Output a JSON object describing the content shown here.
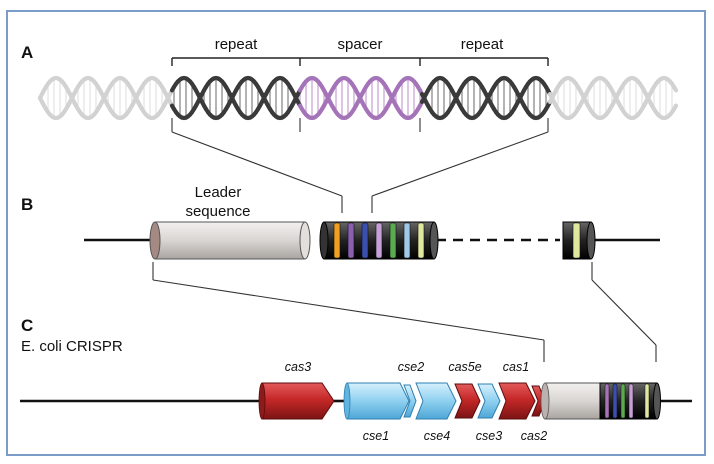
{
  "panels": {
    "a": "A",
    "b": "B",
    "c": "C"
  },
  "panel_a": {
    "repeat_left": "repeat",
    "spacer": "spacer",
    "repeat_right": "repeat"
  },
  "panel_b": {
    "leader_line1": "Leader",
    "leader_line2": "sequence"
  },
  "panel_c": {
    "title": "E. coli CRISPR",
    "genes_top": [
      "cas3",
      "cse2",
      "cas5e",
      "cas1"
    ],
    "genes_bottom": [
      "cse1",
      "cse4",
      "cse3",
      "cas2"
    ]
  },
  "colors": {
    "frame": "#7a9cc6",
    "cas_red": "#c62828",
    "cse_blue": "#8fd0f0",
    "leader_gray": "#d9d5d2",
    "spacer_purple": "#a574b8"
  }
}
